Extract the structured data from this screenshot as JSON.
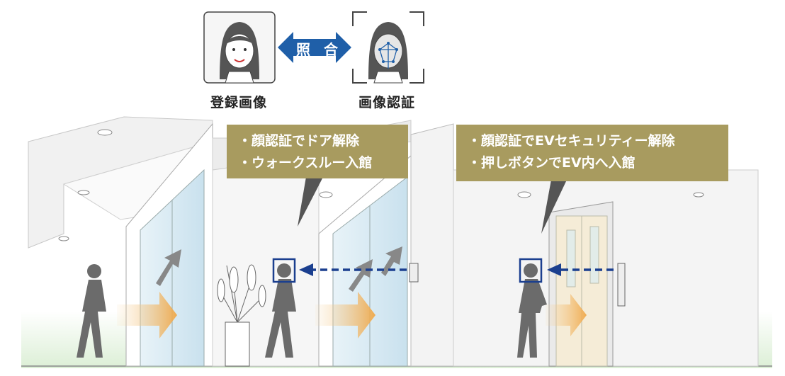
{
  "match": {
    "left_label": "登録画像",
    "right_label": "画像認証",
    "arrow_text": "照 合"
  },
  "callouts": {
    "door": [
      "・顔認証でドア解除",
      "・ウォークスルー入館"
    ],
    "elevator": [
      "・顔認証でEVセキュリティー解除",
      "・押しボタンでEV内へ入館"
    ]
  },
  "colors": {
    "callout_bg": "#a89b5f",
    "match_arrow": "#1f5fa8",
    "scan_arrow": "#1b3f8f",
    "walk_arrow": "#f0b465"
  }
}
